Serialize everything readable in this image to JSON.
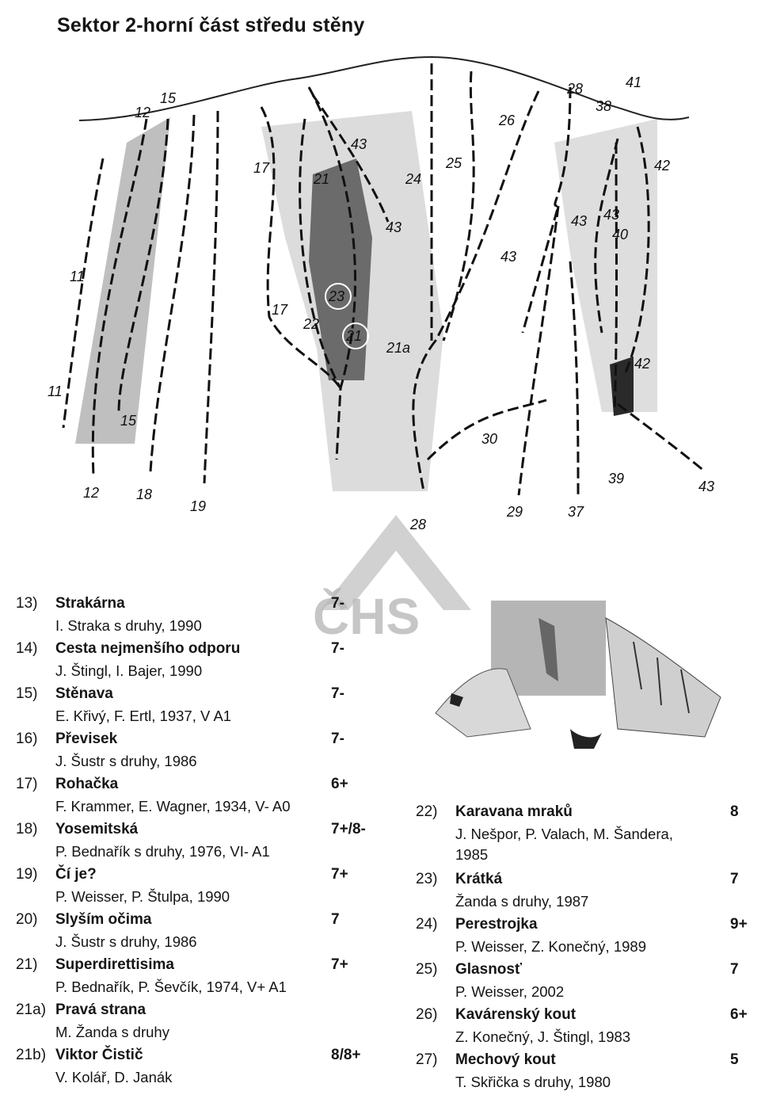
{
  "title": "Sektor 2-horní část středu stěny",
  "watermark": "ČHS",
  "topo_labels": [
    "11",
    "11",
    "12",
    "12",
    "15",
    "15",
    "17",
    "17",
    "18",
    "19",
    "21",
    "21",
    "21a",
    "22",
    "23",
    "24",
    "25",
    "26",
    "28",
    "28",
    "29",
    "30",
    "37",
    "38",
    "39",
    "40",
    "41",
    "42",
    "42",
    "43",
    "43",
    "43",
    "43",
    "43",
    "43"
  ],
  "routes_left": [
    {
      "num": "13)",
      "name": "Strakárna",
      "grade": "7-",
      "authors": "I. Straka s druhy, 1990"
    },
    {
      "num": "14)",
      "name": "Cesta nejmenšího odporu",
      "grade": "7-",
      "authors": "J. Štingl, I. Bajer, 1990"
    },
    {
      "num": "15)",
      "name": "Stěnava",
      "grade": "7-",
      "authors": "E. Křivý, F. Ertl, 1937, V A1"
    },
    {
      "num": "16)",
      "name": "Převisek",
      "grade": "7-",
      "authors": "J. Šustr s druhy, 1986"
    },
    {
      "num": "17)",
      "name": "Rohačka",
      "grade": "6+",
      "authors": "F. Krammer, E. Wagner, 1934, V- A0"
    },
    {
      "num": "18)",
      "name": "Yosemitská",
      "grade": "7+/8-",
      "authors": "P. Bednařík s druhy, 1976, VI- A1"
    },
    {
      "num": "19)",
      "name": "Čí je?",
      "grade": "7+",
      "authors": "P. Weisser, P. Štulpa, 1990"
    },
    {
      "num": "20)",
      "name": "Slyším očima",
      "grade": "7",
      "authors": "J. Šustr s druhy, 1986"
    },
    {
      "num": "21)",
      "name": "Superdirettisima",
      "grade": "7+",
      "authors": "P. Bednařík, P. Ševčík, 1974, V+ A1"
    },
    {
      "num": "21a)",
      "name": "Pravá strana",
      "grade": "",
      "authors": "M. Žanda s druhy"
    },
    {
      "num": "21b)",
      "name": "Viktor Čistič",
      "grade": "8/8+",
      "authors": "V. Kolář, D. Janák"
    }
  ],
  "routes_right": [
    {
      "num": "22)",
      "name": "Karavana mraků",
      "grade": "8",
      "authors": "J. Nešpor, P. Valach, M. Šandera,",
      "authors2": "1985"
    },
    {
      "num": "23)",
      "name": "Krátká",
      "grade": "7",
      "authors": "Žanda s druhy, 1987"
    },
    {
      "num": "24)",
      "name": "Perestrojka",
      "grade": "9+",
      "authors": "P. Weisser, Z. Konečný, 1989"
    },
    {
      "num": "25)",
      "name": "Glasnosť",
      "grade": "7",
      "authors": "P. Weisser, 2002"
    },
    {
      "num": "26)",
      "name": "Kavárenský kout",
      "grade": "6+",
      "authors": "Z. Konečný, J. Štingl, 1983"
    },
    {
      "num": "27)",
      "name": "Mechový kout",
      "grade": "5",
      "authors": "T. Skřička s druhy, 1980"
    }
  ]
}
